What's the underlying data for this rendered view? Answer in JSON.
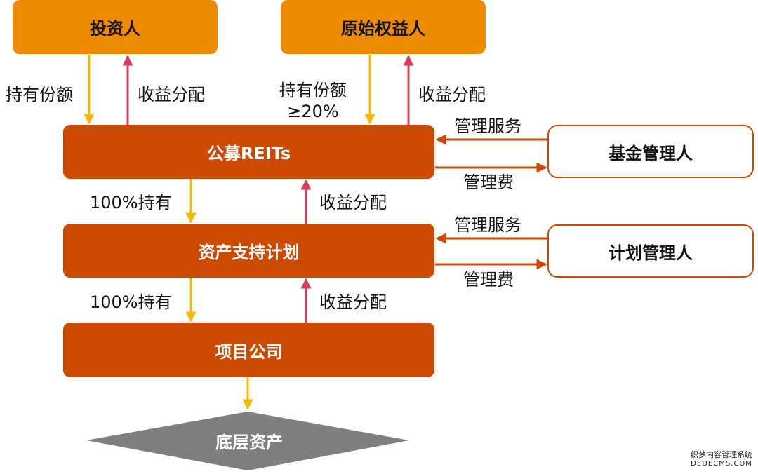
{
  "colors": {
    "top_fill": "#ED8B00",
    "main_fill": "#CC4A02",
    "down_arrow": "#F6B800",
    "up_arrow": "#D63E5A",
    "base_fill": "#7F7F7F"
  },
  "nodes": {
    "investor": "投资人",
    "original_owner": "原始权益人",
    "public_reits": "公募REITs",
    "asset_support_plan": "资产支持计划",
    "project_company": "项目公司",
    "underlying_asset": "底层资产",
    "fund_manager": "基金管理人",
    "plan_manager": "计划管理人"
  },
  "edges": {
    "investor_hold": "持有份额",
    "investor_dist": "收益分配",
    "owner_hold_line1": "持有份额",
    "owner_hold_line2": "≥20%",
    "owner_dist": "收益分配",
    "reits_hold": "100%持有",
    "reits_dist": "收益分配",
    "plan_hold": "100%持有",
    "plan_dist": "收益分配",
    "fund_service": "管理服务",
    "fund_fee": "管理费",
    "plan_service": "管理服务",
    "plan_fee": "管理费"
  },
  "watermark": {
    "line1": "织梦内容管理系统",
    "line2": "DEDECMS.COM"
  }
}
